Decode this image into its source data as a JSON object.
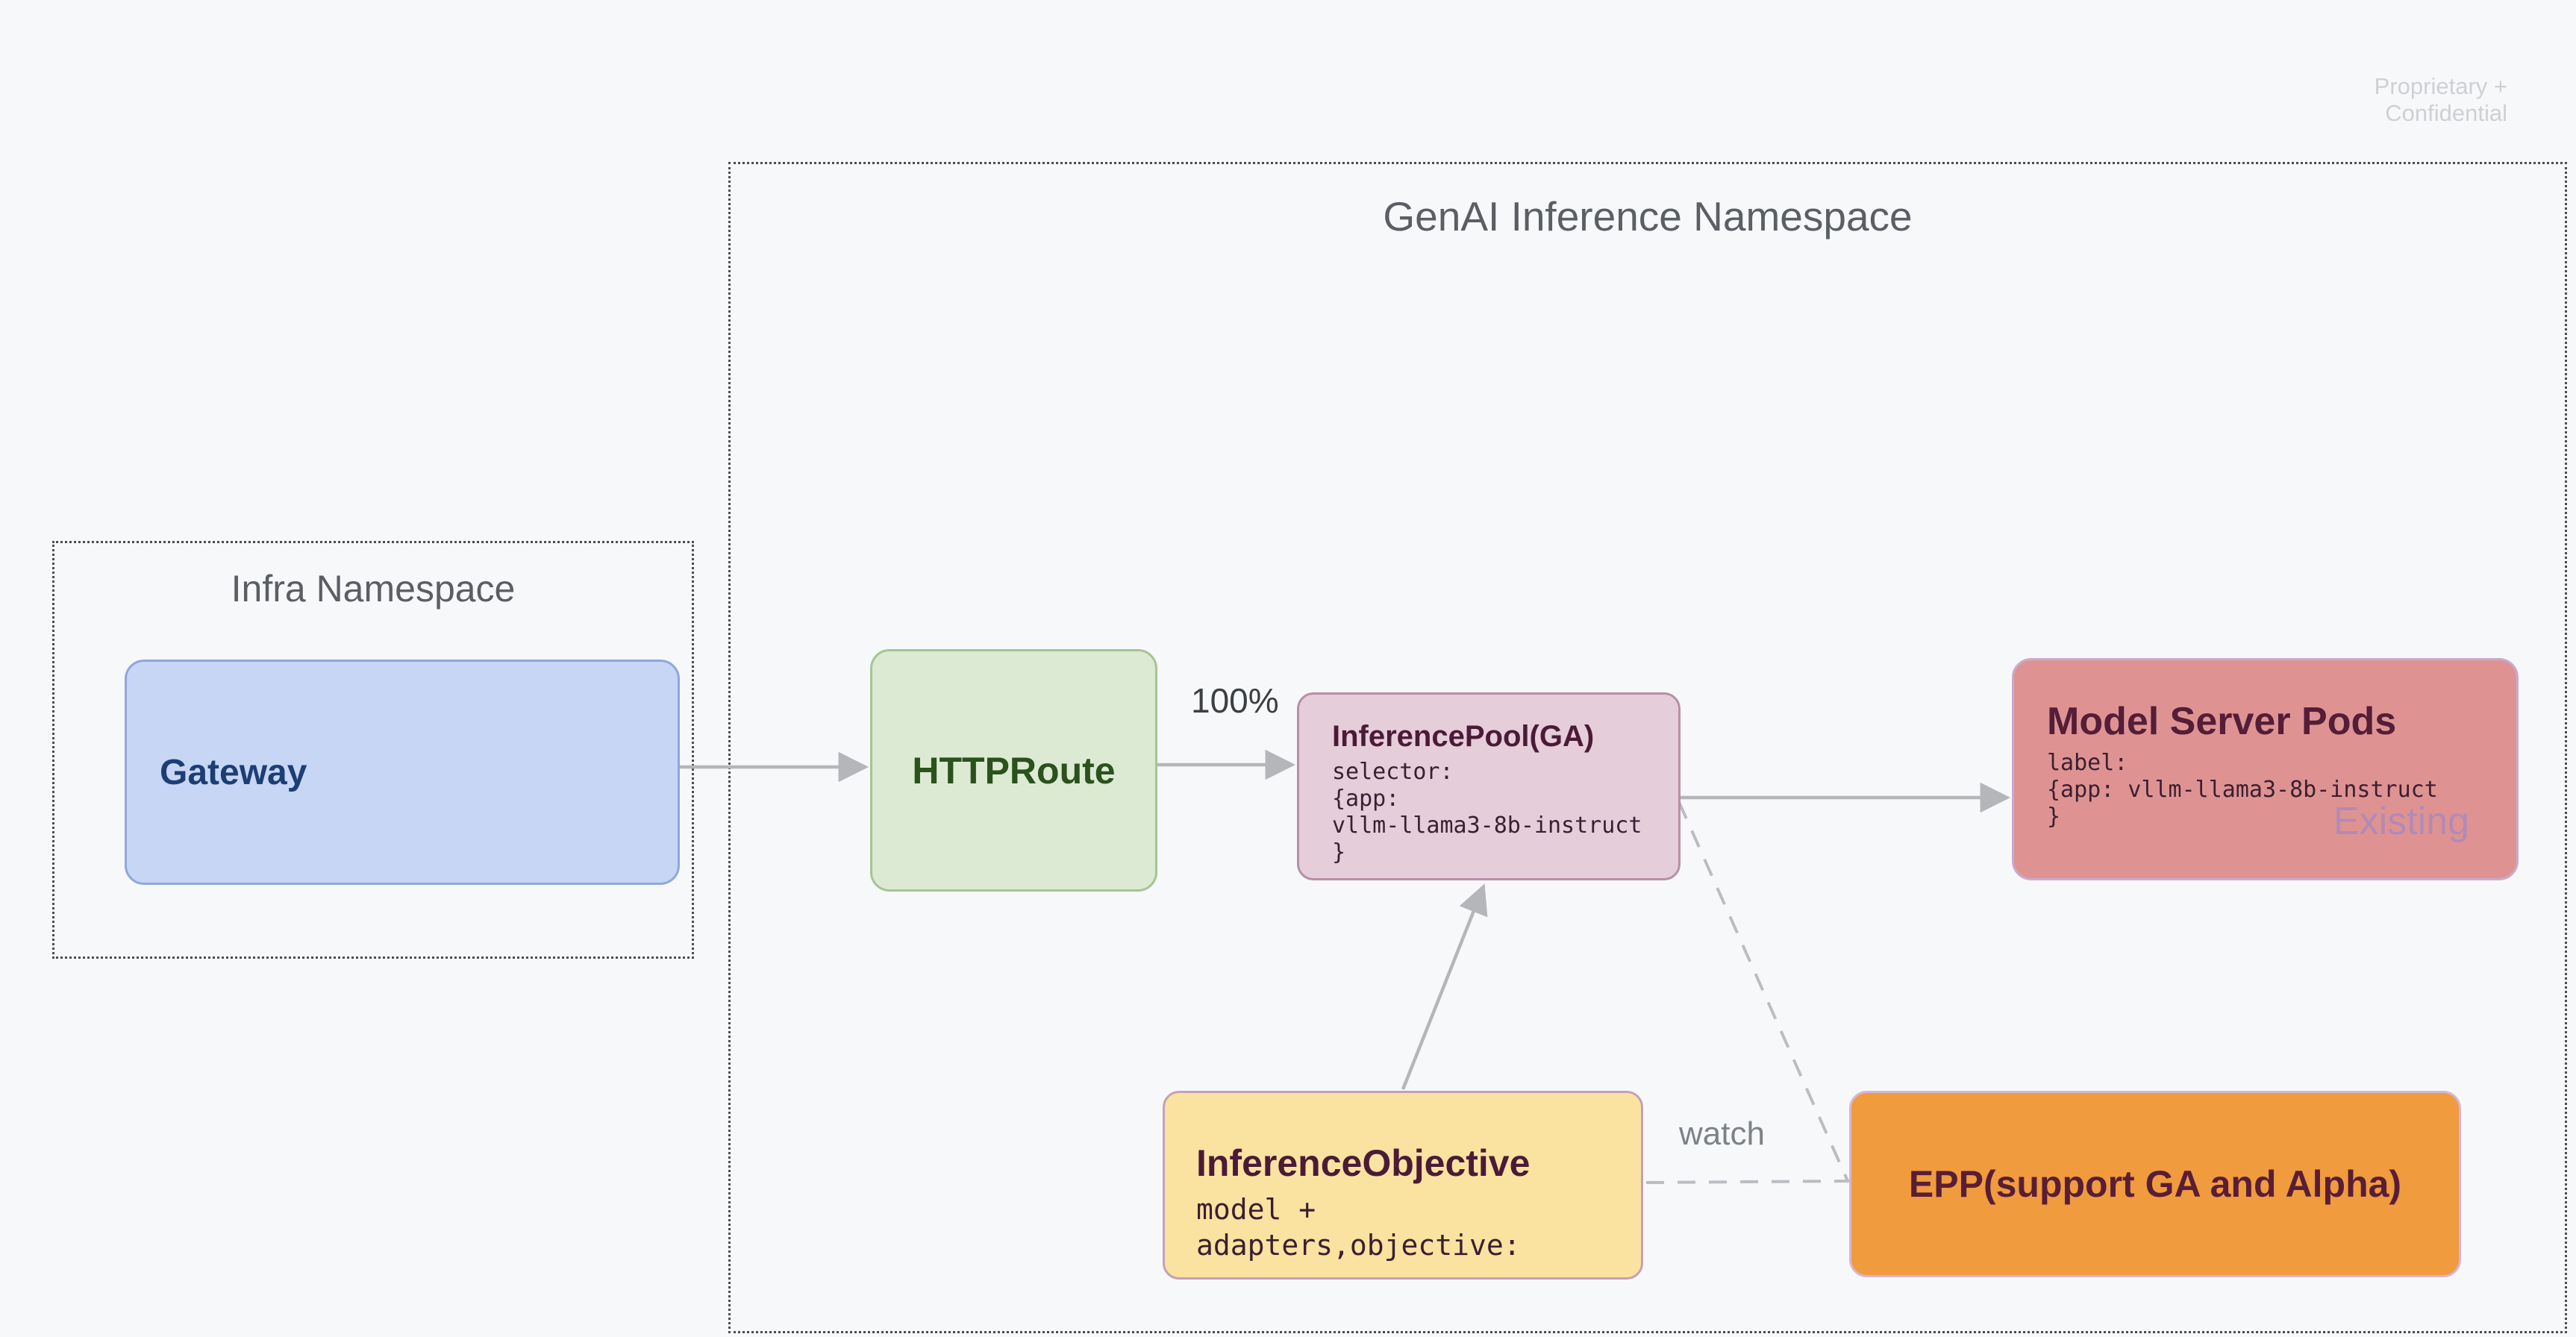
{
  "slide": {
    "watermark": "Proprietary + Confidential",
    "background_color": "#f7f8fa"
  },
  "namespaces": {
    "genai": {
      "title": "GenAI Inference Namespace"
    },
    "infra": {
      "title": "Infra Namespace"
    }
  },
  "nodes": {
    "gateway": {
      "label": "Gateway",
      "fill": "#c6d6f4",
      "border": "#8ea8dd",
      "text_color": "#1d3e75"
    },
    "httproute": {
      "label": "HTTPRoute",
      "fill": "#dcead3",
      "border": "#a6c493",
      "text_color": "#2b511d"
    },
    "inference_pool": {
      "title": "InferencePool(GA)",
      "code": "selector:\n{app:\nvllm-llama3-8b-instruct\n}",
      "fill": "#e5cdda",
      "border": "#b78fa6",
      "text_color": "#4a1b36"
    },
    "model_server_pods": {
      "title": "Model Server Pods",
      "code": "label:\n{app: vllm-llama3-8b-instruct\n}",
      "badge": "Existing",
      "fill": "#de9392",
      "border": "#c9abce",
      "text_color": "#541d38",
      "badge_color": "#b28ab5"
    },
    "inference_objective": {
      "title": "InferenceObjective",
      "code": "model +\nadapters,objective:",
      "fill": "#fae2a1",
      "border": "#c79fb8",
      "text_color": "#4a1b36"
    },
    "epp": {
      "label": "EPP(support GA and Alpha)",
      "fill": "#f09b3d",
      "border": "#d9b4d2",
      "text_color": "#5a1d36"
    }
  },
  "edges": {
    "route_weight_label": "100%",
    "watch_label": "watch",
    "arrow_color": "#b5b6ba",
    "dashed_color": "#babdc1"
  }
}
